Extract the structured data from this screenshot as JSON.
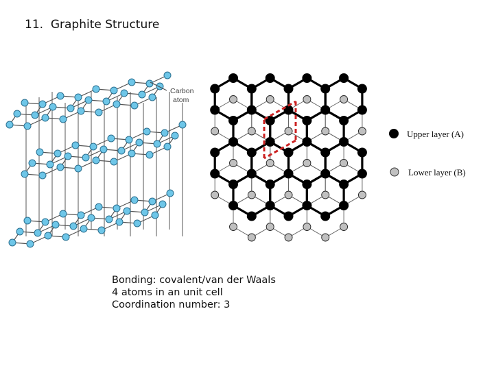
{
  "title": "11.  Graphite Structure",
  "perspective_model": {
    "atom_label": [
      "Carbon",
      "atom"
    ],
    "atom_color": "#6ec6e8",
    "bond_color": "#555555"
  },
  "layer_diagram": {
    "upper_atom_color": "#000000",
    "lower_atom_color": "#c0c0c0",
    "unit_cell_color": "#cc2222"
  },
  "legend": [
    {
      "label": "Upper layer (A)",
      "color": "#000000"
    },
    {
      "label": "Lower layer (B)",
      "color": "#c0c0c0"
    }
  ],
  "notes": [
    "Bonding: covalent/van der Waals",
    "4 atoms in an unit cell",
    "Coordination number: 3"
  ]
}
